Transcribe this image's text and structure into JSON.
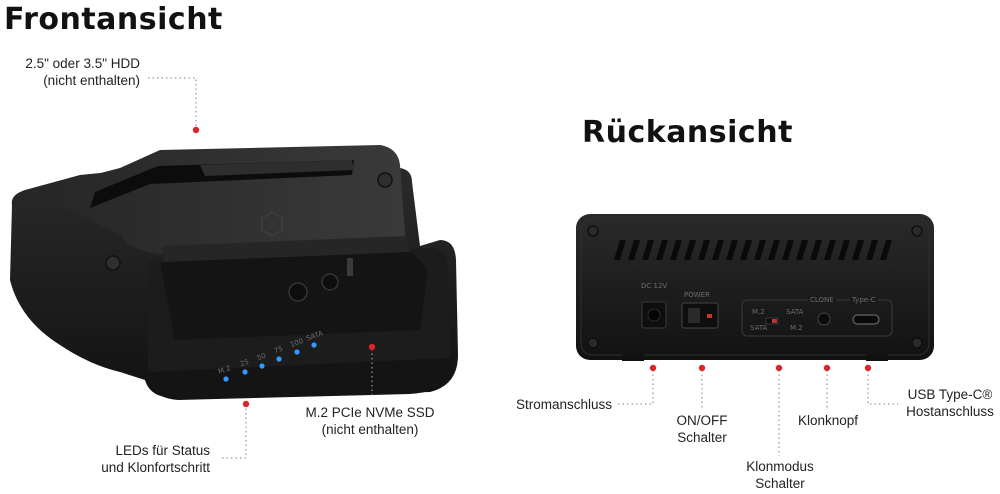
{
  "front": {
    "title": "Frontansicht",
    "callouts": {
      "hdd_line1": "2.5\" oder 3.5\" HDD",
      "hdd_line2": "(nicht enthalten)",
      "leds_line1": "LEDs für Status",
      "leds_line2": "und Klonfortschritt",
      "ssd_line1": "M.2 PCIe NVMe SSD",
      "ssd_line2": "(nicht enthalten)"
    },
    "led_labels": [
      "M.2",
      "25",
      "50",
      "75",
      "100",
      "SATA"
    ]
  },
  "back": {
    "title": "Rückansicht",
    "callouts": {
      "power": "Stromanschluss",
      "switch_line1": "ON/OFF",
      "switch_line2": "Schalter",
      "mode_line1": "Klonmodus",
      "mode_line2": "Schalter",
      "clone_button": "Klonknopf",
      "usb_line1": "USB Type-C®",
      "usb_line2": "Hostanschluss"
    },
    "panel_labels": {
      "dc": "DC 12V",
      "power": "POWER",
      "clone": "CLONE",
      "typec": "Type-C",
      "m2_a": "M.2",
      "sata_a": "SATA",
      "sata_b": "SATA",
      "m2_b": "M.2"
    }
  },
  "colors": {
    "callout_dot": "#d9252b",
    "device": "#1b1b1b",
    "led": "#2f9bff"
  }
}
